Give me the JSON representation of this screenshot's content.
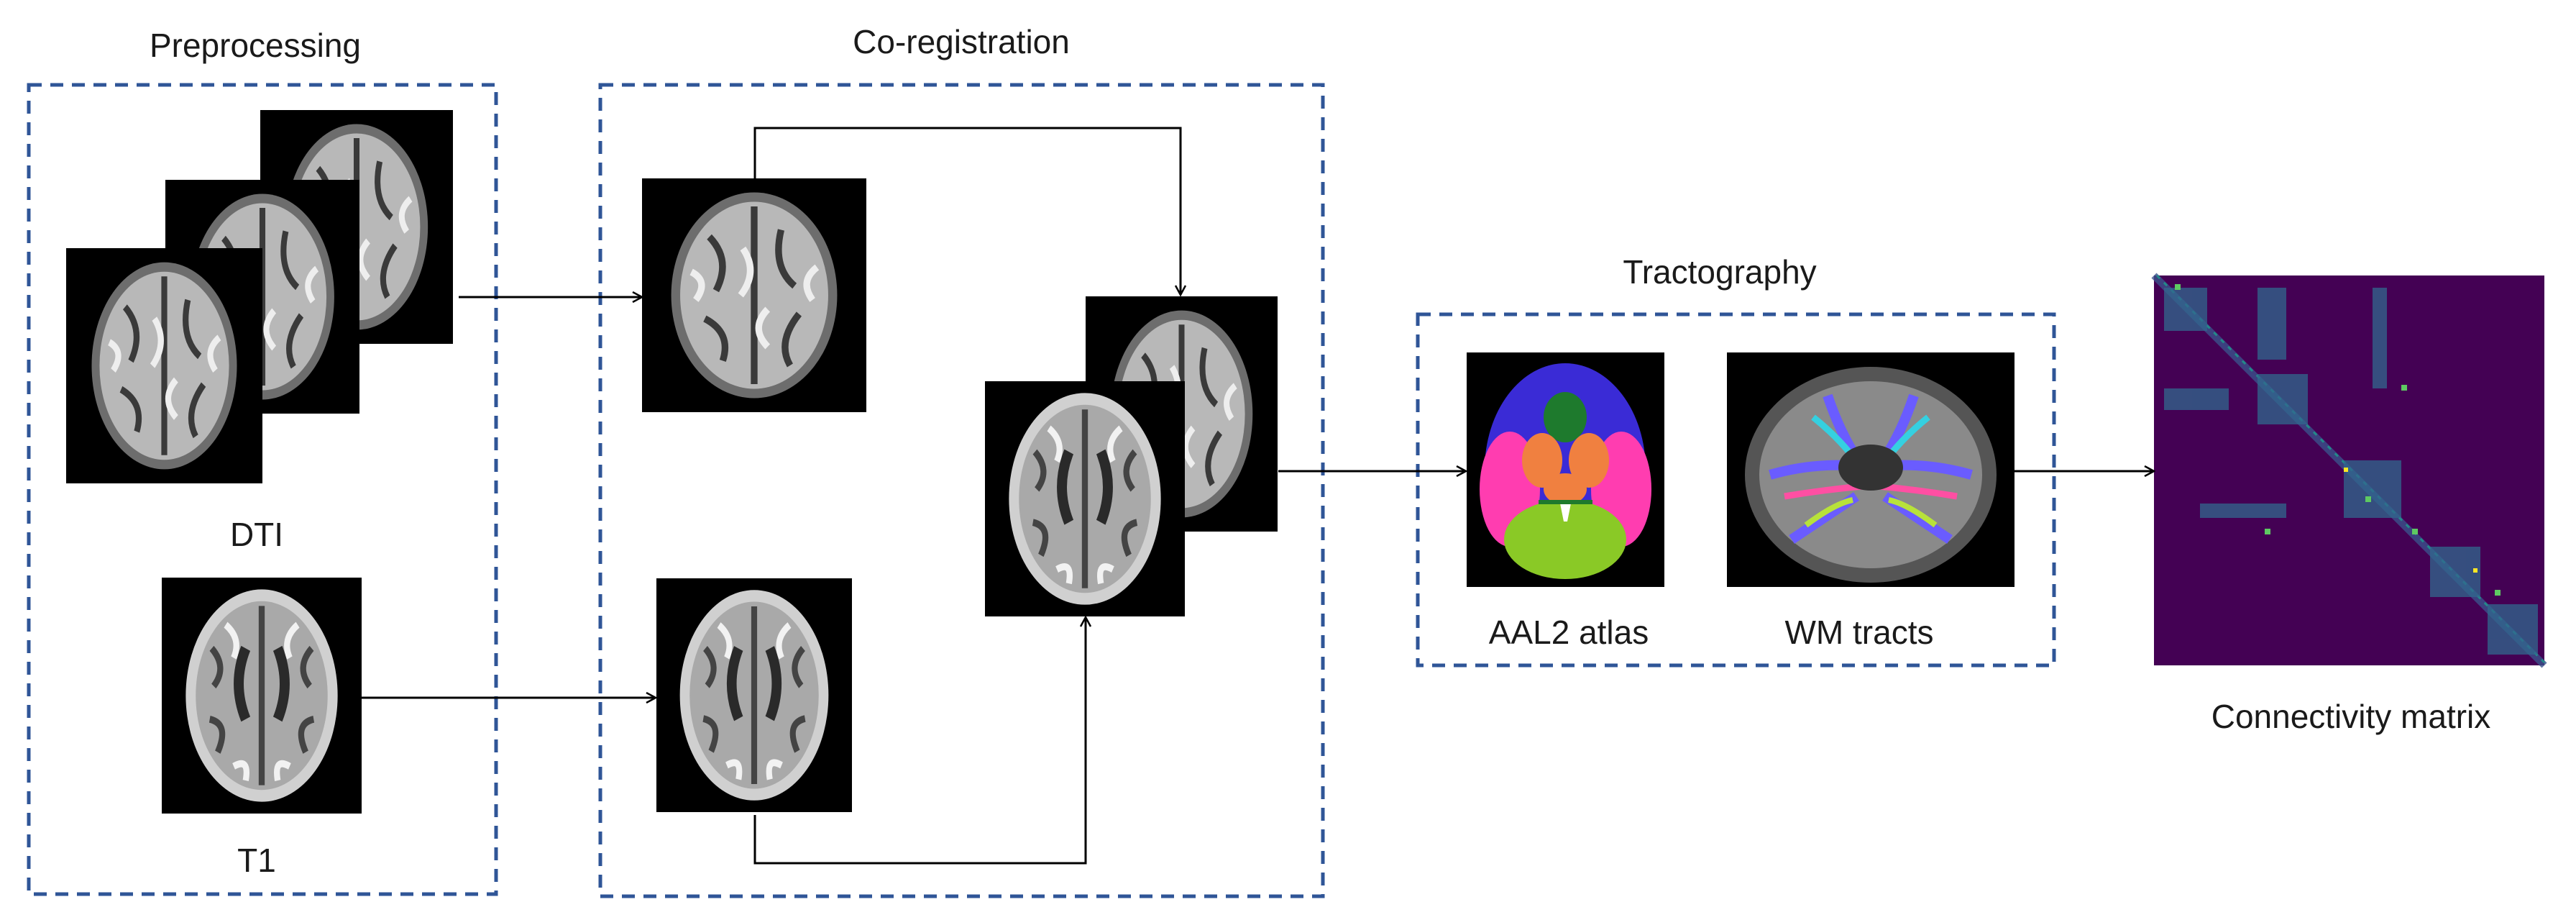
{
  "stages": {
    "preprocessing": {
      "title": "Preprocessing",
      "dti_label": "DTI",
      "t1_label": "T1"
    },
    "coregistration": {
      "title": "Co-registration"
    },
    "tractography": {
      "title": "Tractography",
      "atlas_label": "AAL2 atlas",
      "tracts_label": "WM tracts"
    },
    "output": {
      "label": "Connectivity matrix"
    }
  },
  "colors": {
    "dashed_border": "#2f5597",
    "arrow": "#000000",
    "matrix_background": "#440154",
    "atlas_regions": [
      "#3a2bd6",
      "#1e7a2d",
      "#f08040",
      "#ff3db0",
      "#8ac926",
      "#ffffff"
    ]
  },
  "icons": {
    "brain_scan": "brain-slice-image",
    "atlas": "parcellation-atlas-image",
    "tracts": "fiber-tracts-image",
    "matrix": "connectivity-heatmap-image"
  }
}
